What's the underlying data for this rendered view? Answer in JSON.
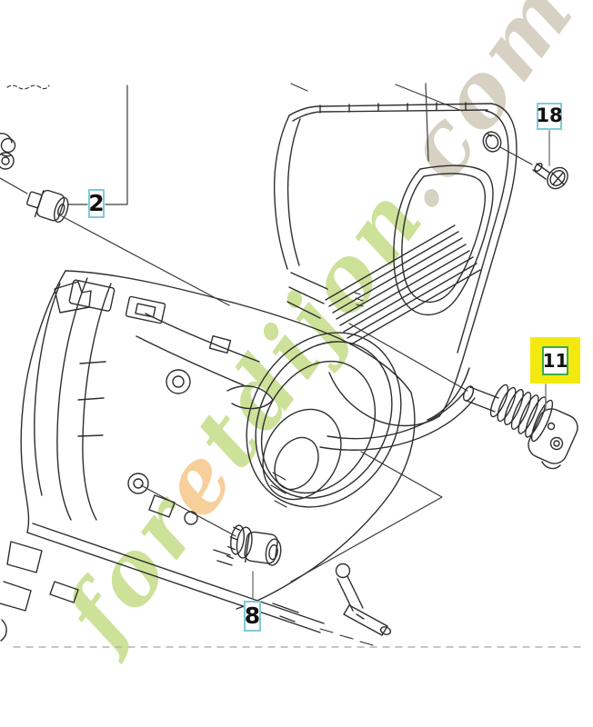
{
  "page": {
    "background": "#ffffff"
  },
  "callouts": [
    {
      "number": "2",
      "highlighted": false
    },
    {
      "number": "18",
      "highlighted": false
    },
    {
      "number": "11",
      "highlighted": true
    },
    {
      "number": "8",
      "highlighted": false
    }
  ],
  "callout_style": {
    "box_border_color": "#7fcbd5",
    "box_background": "#ffffff",
    "number_color": "#111111",
    "highlight_background": "#f4e90e",
    "highlight_inner_border_color": "#3cab46"
  },
  "watermark": {
    "full_text": "foretdijon.com",
    "segments": [
      {
        "text": "for",
        "color": "#cbe094"
      },
      {
        "text": "e",
        "color": "#f6cd96"
      },
      {
        "text": "tdijon",
        "color": "#cbe094"
      },
      {
        "text": ".com",
        "color": "#d4cfbf"
      }
    ]
  },
  "artwork": {
    "line_color": "#2e2e2e",
    "leader_line_color": "#3a3a3a",
    "label_stub_color": "#7a7a7a",
    "ground_dash_color": "#b3b3b3"
  }
}
